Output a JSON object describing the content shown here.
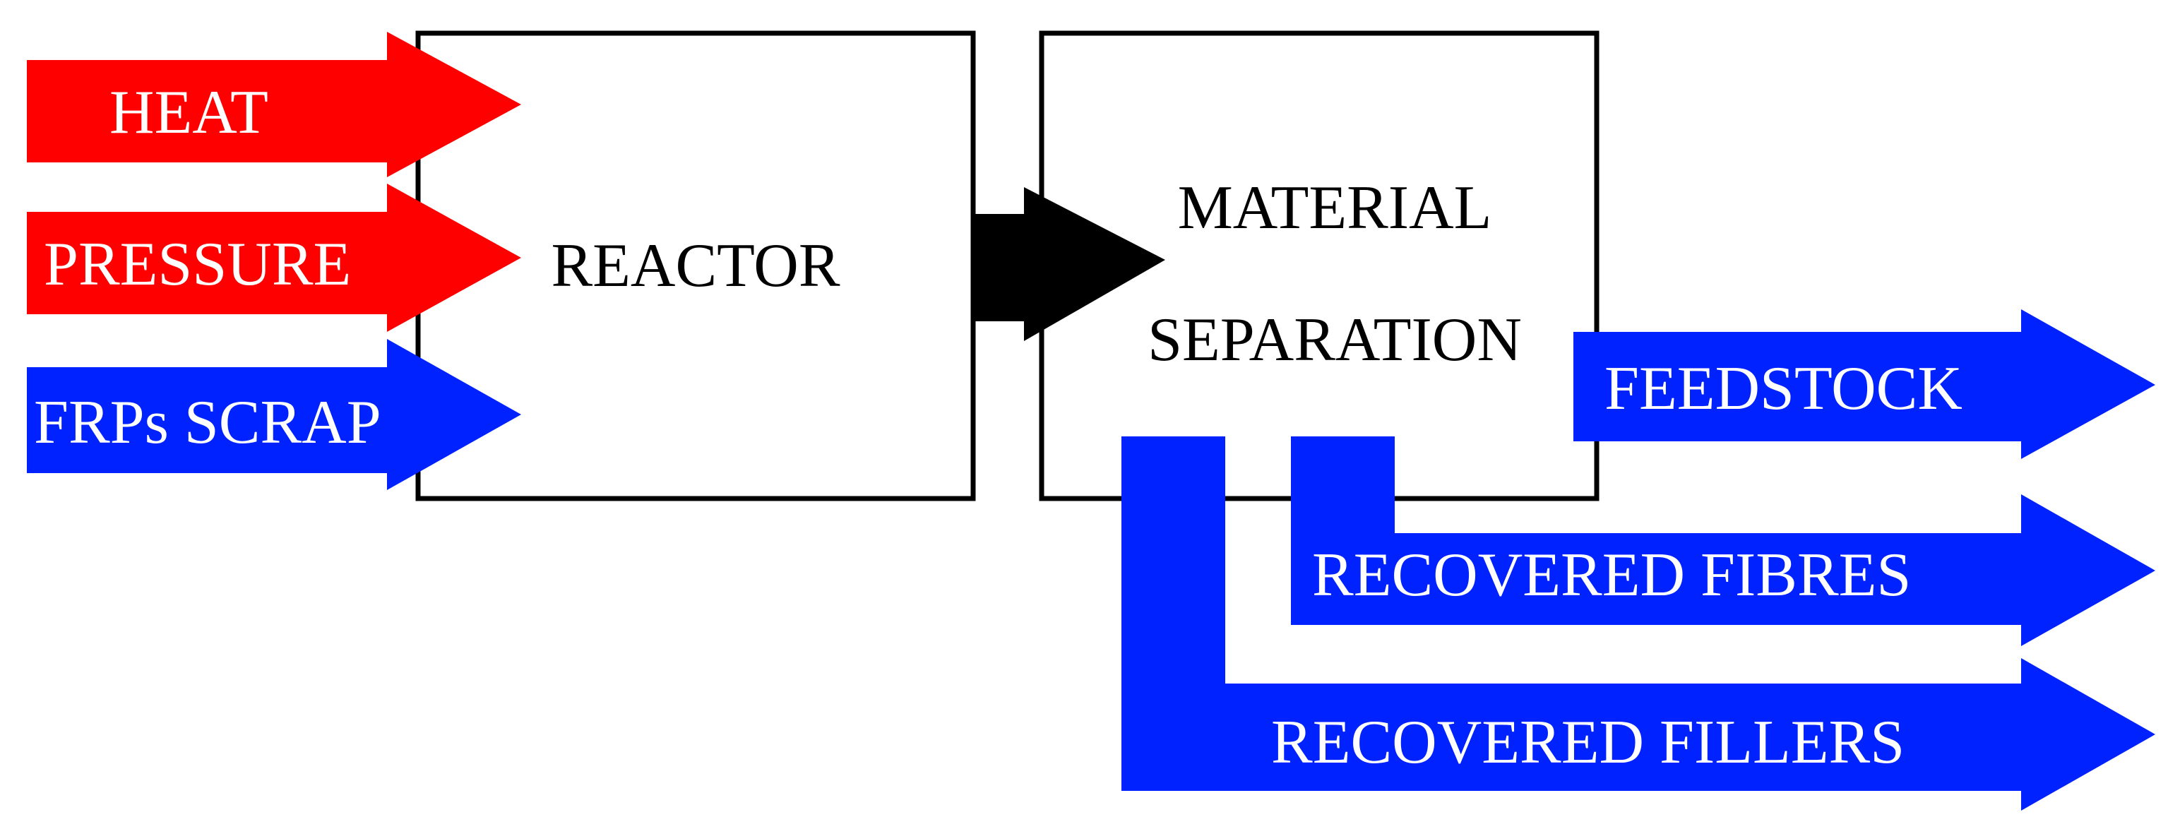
{
  "colors": {
    "heat": "#ff0000",
    "pressure": "#ff0000",
    "scrap": "#0022ff",
    "products": "#0022ff",
    "transfer": "#000000",
    "box_stroke": "#000000",
    "label_on_arrow": "#ffffff",
    "label_in_box": "#000000"
  },
  "inputs": {
    "heat": "HEAT",
    "pressure": "PRESSURE",
    "scrap": "FRPs SCRAP"
  },
  "reactor": {
    "label": "REACTOR"
  },
  "separation": {
    "line1": "MATERIAL",
    "line2": "SEPARATION"
  },
  "outputs": {
    "feedstock": "FEEDSTOCK",
    "fibres": "RECOVERED FIBRES",
    "fillers": "RECOVERED FILLERS"
  }
}
